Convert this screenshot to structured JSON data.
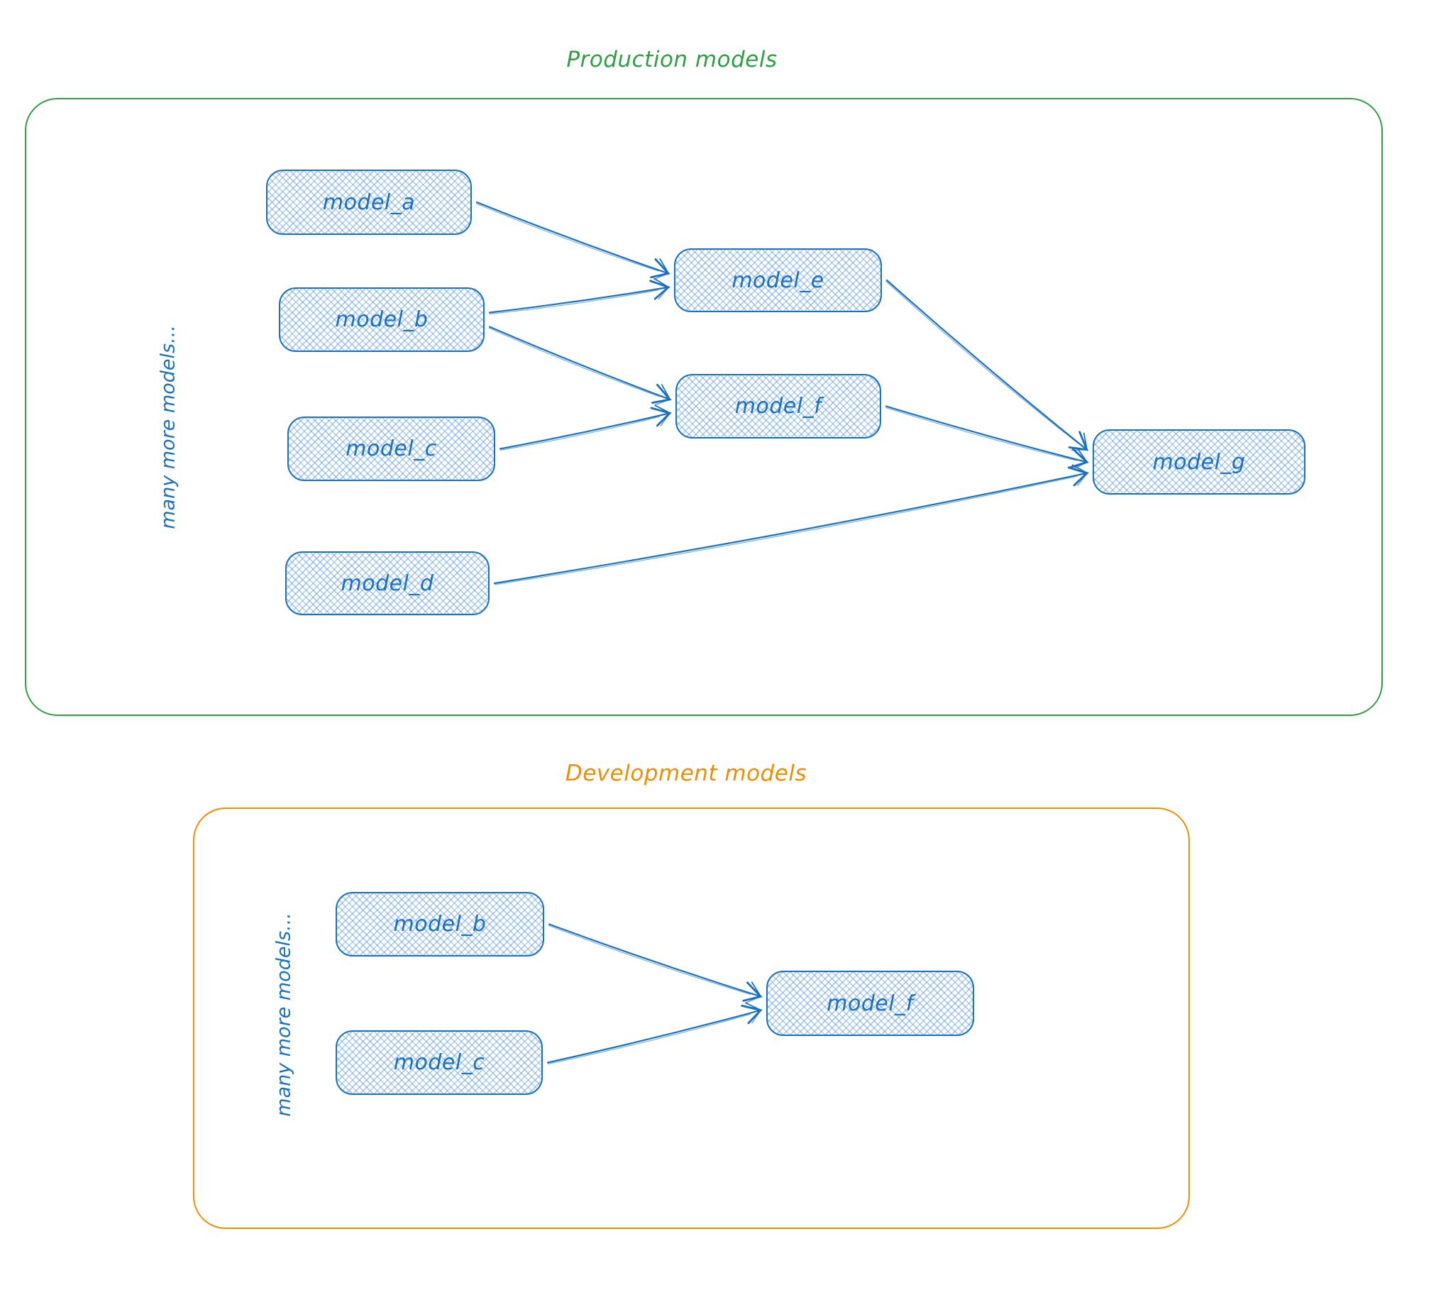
{
  "diagram": {
    "node_stroke_color": "#1971c2",
    "node_text_color": "#1971c2",
    "sections": [
      {
        "id": "production",
        "title": "Production models",
        "accent_color": "#2f9e44",
        "side_label": "many more models...",
        "nodes": [
          {
            "id": "model_a",
            "label": "model_a"
          },
          {
            "id": "model_b",
            "label": "model_b"
          },
          {
            "id": "model_c",
            "label": "model_c"
          },
          {
            "id": "model_d",
            "label": "model_d"
          },
          {
            "id": "model_e",
            "label": "model_e"
          },
          {
            "id": "model_f",
            "label": "model_f"
          },
          {
            "id": "model_g",
            "label": "model_g"
          }
        ],
        "edges": [
          {
            "from": "model_a",
            "to": "model_e"
          },
          {
            "from": "model_b",
            "to": "model_e"
          },
          {
            "from": "model_b",
            "to": "model_f"
          },
          {
            "from": "model_c",
            "to": "model_f"
          },
          {
            "from": "model_e",
            "to": "model_g"
          },
          {
            "from": "model_f",
            "to": "model_g"
          },
          {
            "from": "model_d",
            "to": "model_g"
          }
        ]
      },
      {
        "id": "development",
        "title": "Development models",
        "accent_color": "#f08c00",
        "side_label": "many more models...",
        "nodes": [
          {
            "id": "model_b",
            "label": "model_b"
          },
          {
            "id": "model_c",
            "label": "model_c"
          },
          {
            "id": "model_f",
            "label": "model_f"
          }
        ],
        "edges": [
          {
            "from": "model_b",
            "to": "model_f"
          },
          {
            "from": "model_c",
            "to": "model_f"
          }
        ]
      }
    ]
  }
}
